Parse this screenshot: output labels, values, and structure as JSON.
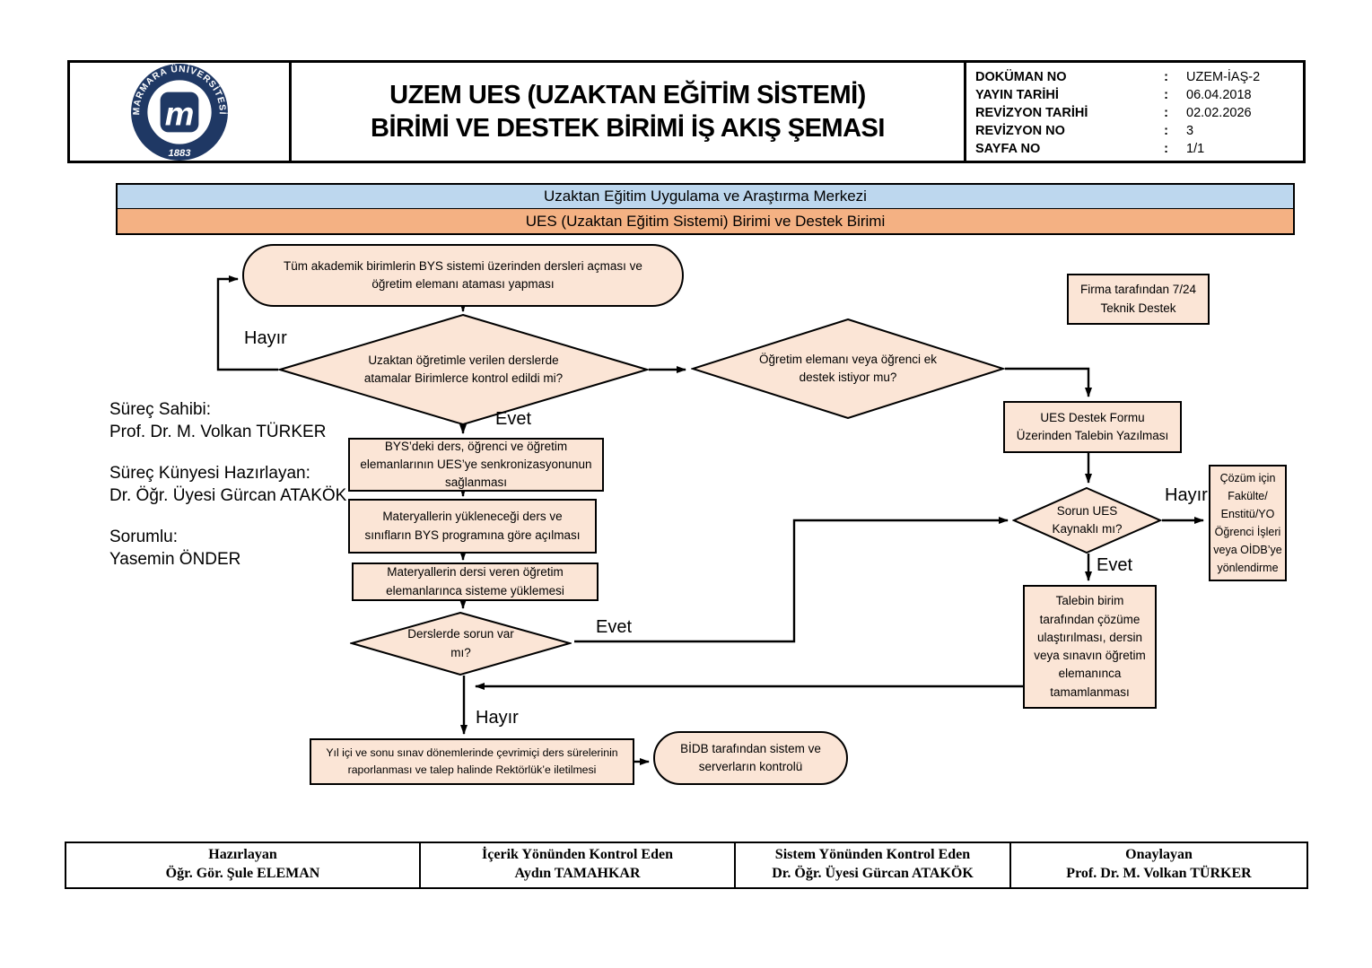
{
  "header": {
    "title_line1": "UZEM UES (UZAKTAN EĞİTİM SİSTEMİ)",
    "title_line2": "BİRİMİ VE DESTEK BİRİMİ İŞ AKIŞ ŞEMASI",
    "logo": {
      "org_name": "MARMARA ÜNİVERSİTESİ",
      "year": "1883",
      "monogram": "m",
      "navy": "#1F3864"
    },
    "info_rows": [
      {
        "label": "DOKÜMAN NO",
        "sep": ":",
        "value": "UZEM-İAŞ-2"
      },
      {
        "label": "YAYIN TARİHİ",
        "sep": ":",
        "value": "06.04.2018"
      },
      {
        "label": "REVİZYON TARİHİ",
        "sep": ":",
        "value": "02.02.2026"
      },
      {
        "label": "REVİZYON NO",
        "sep": ":",
        "value": "3"
      },
      {
        "label": "SAYFA NO",
        "sep": ":",
        "value": "1/1"
      }
    ]
  },
  "banners": {
    "center_name": "Uzaktan Eğitim Uygulama ve Araştırma Merkezi",
    "unit_name": "UES (Uzaktan Eğitim Sistemi) Birimi ve Destek Birimi",
    "center_bg": "#BDD7EE",
    "unit_bg": "#F4B183"
  },
  "left_panel": {
    "owner_label": "Süreç Sahibi:",
    "owner_name": "Prof. Dr. M. Volkan TÜRKER",
    "author_label": "Süreç Künyesi Hazırlayan:",
    "author_name": "Dr. Öğr. Üyesi Gürcan ATAKÖK",
    "responsible_label": "Sorumlu:",
    "responsible_name": "Yasemin ÖNDER"
  },
  "flowchart": {
    "shape_fill": "#FBE5D6",
    "nodes": {
      "start": "Tüm akademik birimlerin BYS sistemi üzerinden dersleri açması ve öğretim elemanı ataması yapması",
      "check_assignments": "Uzaktan öğretimle verilen derslerde atamalar Birimlerce kontrol edildi mi?",
      "extra_support": "Öğretim elemanı veya öğrenci ek destek istiyor mu?",
      "firma_support": "Firma tarafından 7/24 Teknik Destek",
      "ues_form": "UES Destek Formu Üzerinden Talebin Yazılması",
      "sync_bys": "BYS’deki ders, öğrenci ve öğretim elemanlarının UES’ye senkronizasyonunun sağlanması",
      "open_classes": "Materyallerin yükleneceği ders ve sınıfların BYS programına göre açılması",
      "upload_materials": "Materyallerin dersi veren öğretim elemanlarınca sisteme yüklemesi",
      "lesson_problem": "Derslerde sorun var mı?",
      "ues_source": "Sorun UES Kaynaklı mı?",
      "redirect": "Çözüm için Fakülte/ Enstitü/YO Öğrenci İşleri veya OİDB’ye yönlendirme",
      "resolve_request": "Talebin birim tarafından çözüme ulaştırılması, dersin veya sınavın öğretim elemanınca tamamlanması",
      "reporting": "Yıl içi ve sonu sınav dönemlerinde çevrimiçi ders sürelerinin raporlanması ve talep halinde Rektörlük’e iletilmesi",
      "bidb_check": "BİDB tarafından sistem ve serverların kontrolü"
    },
    "edge_labels": {
      "yes": "Evet",
      "no": "Hayır"
    }
  },
  "footer": {
    "cells": [
      {
        "role": "Hazırlayan",
        "name": "Öğr. Gör. Şule ELEMAN"
      },
      {
        "role": "İçerik Yönünden Kontrol Eden",
        "name": "Aydın TAMAHKAR"
      },
      {
        "role": "Sistem Yönünden Kontrol Eden",
        "name": "Dr. Öğr. Üyesi Gürcan ATAKÖK"
      },
      {
        "role": "Onaylayan",
        "name": "Prof. Dr. M. Volkan TÜRKER"
      }
    ]
  }
}
